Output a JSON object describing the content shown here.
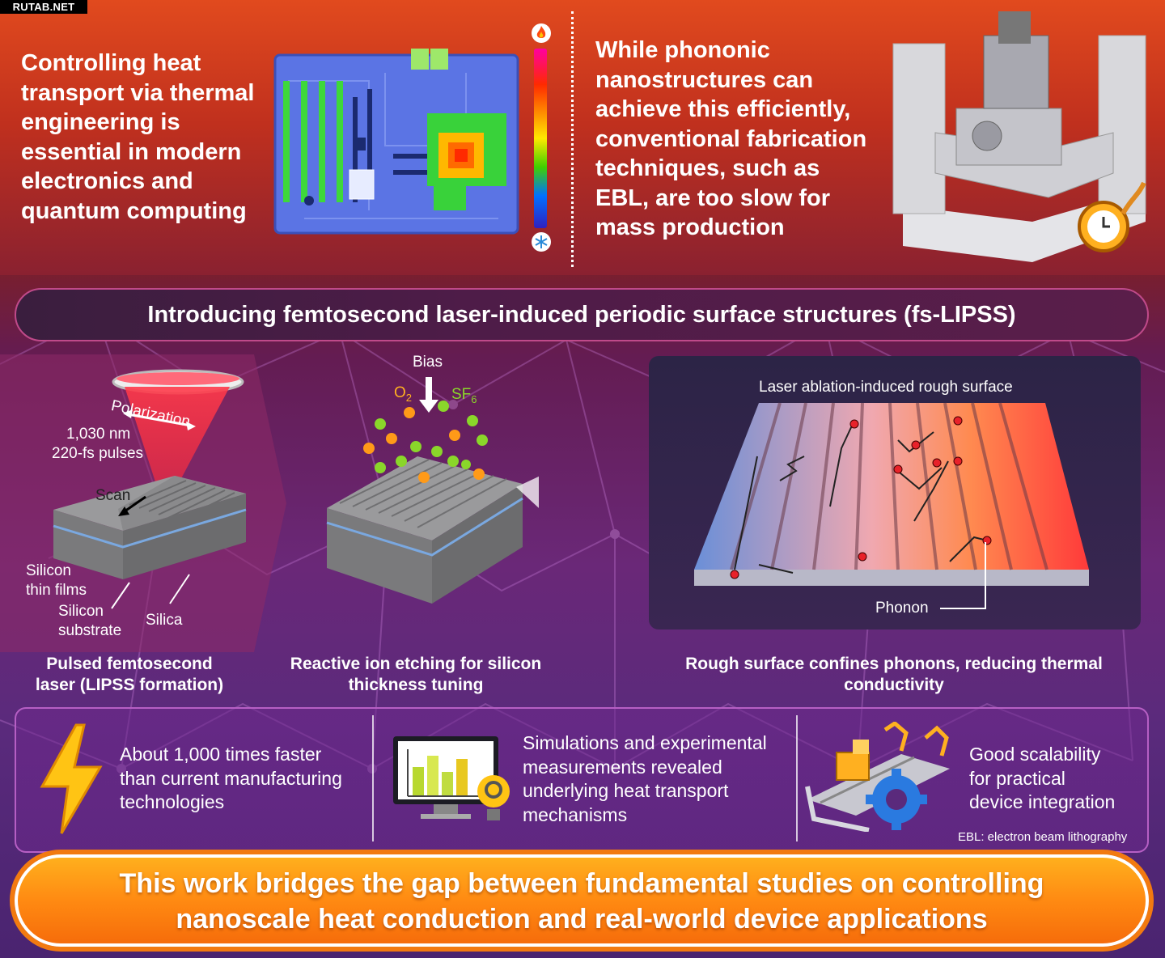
{
  "watermark": "RUTAB.NET",
  "top": {
    "left_text": [
      "Controlling heat",
      "transport via thermal",
      "engineering is",
      "essential in modern",
      "electronics and",
      "quantum computing"
    ],
    "right_text": [
      "While phononic",
      "nanostructures can",
      "achieve this efficiently,",
      "conventional fabrication",
      "techniques, such as",
      "EBL, are too slow for",
      "mass production"
    ],
    "heat_scale_hot_icon": "flame-icon",
    "heat_scale_cold_icon": "snowflake-icon"
  },
  "banner": {
    "title": "Introducing femtosecond laser-induced periodic surface structures (fs-LIPSS)"
  },
  "laser_step": {
    "polarization": "Polarization",
    "wavelength": "1,030 nm",
    "pulses": "220-fs pulses",
    "scan": "Scan",
    "silicon_thin_films": [
      "Silicon",
      "thin films"
    ],
    "silicon_substrate": [
      "Silicon",
      "substrate"
    ],
    "silica": "Silica",
    "caption": [
      "Pulsed femtosecond",
      "laser (LIPSS formation)"
    ]
  },
  "etch_step": {
    "bias": "Bias",
    "o2": "O",
    "o2_sub": "2",
    "sf6": "SF",
    "sf6_sub": "6",
    "caption": [
      "Reactive ion etching for silicon",
      "thickness tuning"
    ]
  },
  "rough_step": {
    "surface_label": "Laser ablation-induced rough surface",
    "phonon_label": "Phonon",
    "caption": [
      "Rough surface confines phonons, reducing thermal",
      "conductivity"
    ]
  },
  "features": [
    {
      "icon": "lightning-icon",
      "lines": [
        "About 1,000 times faster",
        "than current manufacturing",
        "technologies"
      ]
    },
    {
      "icon": "monitor-chart-icon",
      "lines": [
        "Simulations and experimental",
        "measurements revealed",
        "underlying heat transport",
        "mechanisms"
      ]
    },
    {
      "icon": "factory-gear-icon",
      "lines": [
        "Good scalability",
        "for practical",
        "device integration"
      ]
    }
  ],
  "ebl_note": "EBL: electron beam lithography",
  "footer": {
    "lines": [
      "This work bridges the gap between fundamental studies on controlling",
      "nanoscale heat conduction and real-world device applications"
    ]
  },
  "colors": {
    "accent_orange": "#ff9a18",
    "banner_border": "#c04a8a",
    "phonon_dot": "#e8222a"
  }
}
